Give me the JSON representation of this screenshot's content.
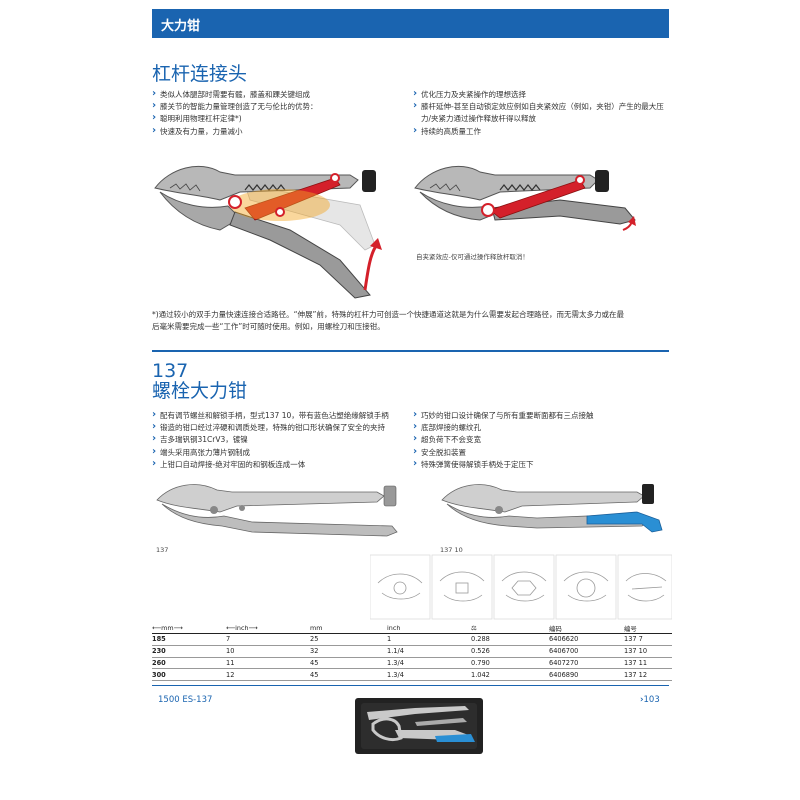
{
  "header": {
    "title": "大力钳"
  },
  "section1": {
    "title": "杠杆连接头",
    "bullets_left": [
      "类似人体腿部时需要有髋，膝盖和踝关键组成",
      "膝关节的智能力量管理创造了无与伦比的优势：",
      "聪明利用物理杠杆定律*)",
      "快速及有力量，力量减小"
    ],
    "bullets_right": [
      "优化压力及夹紧操作的理想选择",
      "膝杆延伸-甚至自动锁定效应例如自夹紧效应（例如，夹钳）产生的最大压力/夹紧力通过操作释放杆得以释放",
      "持续的高质量工作"
    ],
    "caption_right": "自夹紧效应-仅可通过操作释放杆取消！",
    "footnote_line1": "*)通过较小的双手力量快速连接合适路径。“伸展”前，特殊的杠杆力可创造一个快捷通道这就是为什么需要发起合理路径，而无需太多力或在最",
    "footnote_line2": "后毫米需要完成一些“工作”时可随时使用。例如，用螺栓刀和压接钳。"
  },
  "section2": {
    "number": "137",
    "title": "螺栓大力钳",
    "bullets_left": [
      "配有调节螺丝和解锁手柄，型式137 10，带有蓝色沾塑绝缘解锁手柄",
      "锻造的钳口经过淬硬和调质处理，特殊的钳口形状确保了安全的夹持",
      "吉多瑞钒钢31CrV3，镀镍",
      "端头采用高张力薄片钢制成",
      "上钳口自动焊接-绝对牢固的和钢板连成一体"
    ],
    "bullets_right": [
      "巧妙的钳口设计确保了与所有重要断面都有三点接触",
      "底部焊接的螺纹孔",
      "超负荷下不会变宽",
      "安全脱扣装置",
      "特殊弹簧使得解锁手柄处于定压下"
    ],
    "caption_left": "137",
    "caption_right": "137 10"
  },
  "table": {
    "headers": [
      "⟵mm⟶",
      "⟵inch⟶",
      "mm",
      "inch",
      "",
      "编码",
      "编号"
    ],
    "rows": [
      [
        "185",
        "7",
        "25",
        "1",
        "0.288",
        "6406620",
        "137 7"
      ],
      [
        "230",
        "10",
        "32",
        "1.1/4",
        "0.526",
        "6406700",
        "137 10"
      ],
      [
        "260",
        "11",
        "45",
        "1.3/4",
        "0.790",
        "6407270",
        "137 11"
      ],
      [
        "300",
        "12",
        "45",
        "1.3/4",
        "1.042",
        "6406890",
        "137 12"
      ]
    ]
  },
  "footer": {
    "left": "1500 ES-137",
    "right": "103"
  },
  "colors": {
    "brand_blue": "#1a64b0",
    "accent_red": "#d4202a",
    "handle_blue": "#2a8fd4"
  },
  "icons": [
    "chevron-right-icon",
    "ruler-icon",
    "weight-icon"
  ]
}
